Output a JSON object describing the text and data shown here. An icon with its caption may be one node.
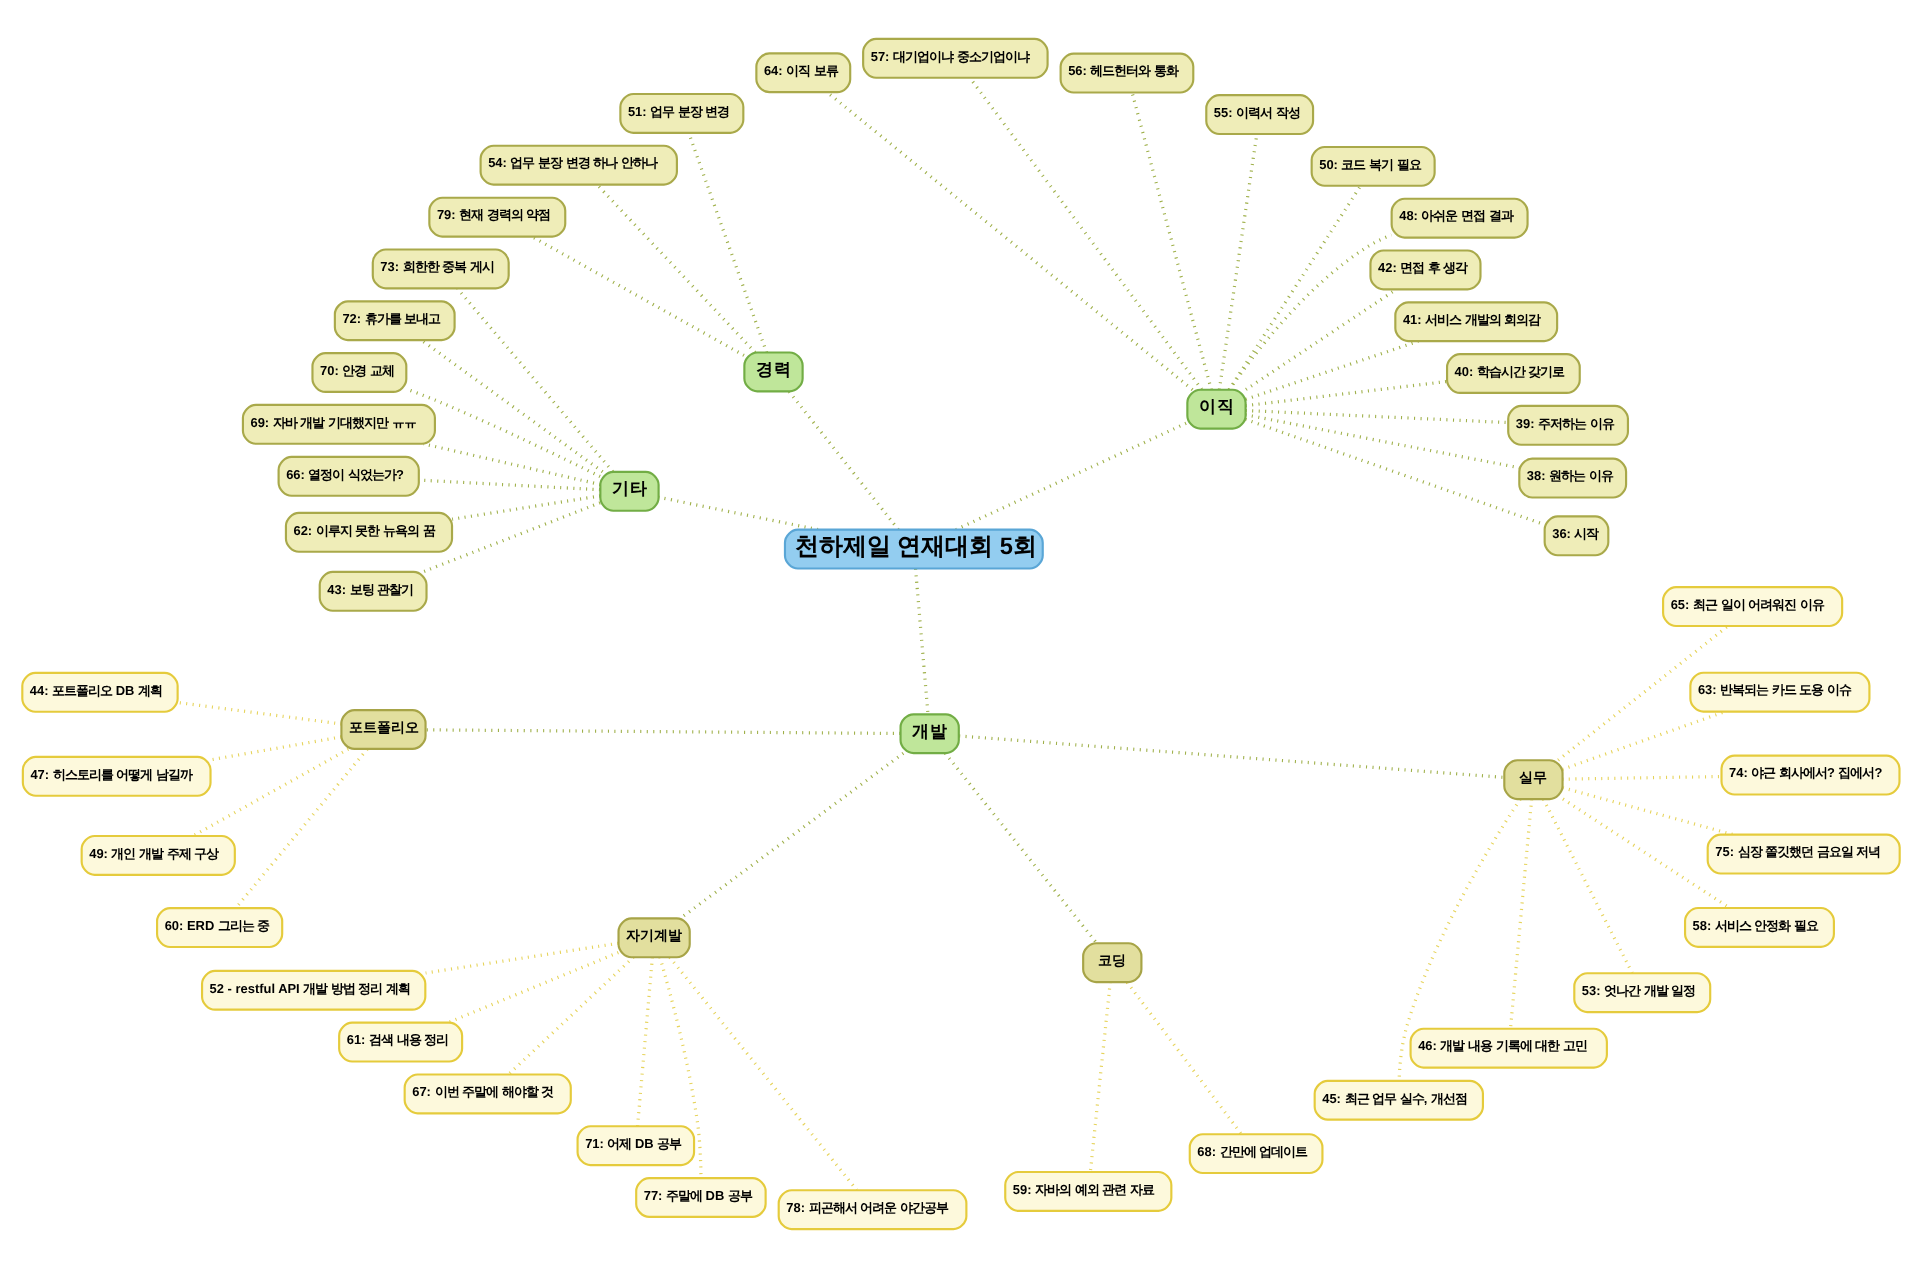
{
  "diagram": {
    "nodes": [
      {
        "text": [
          "천하제일 연재대회 5회"
        ]
      },
      {
        "text": [
          "이직"
        ]
      },
      {
        "text": [
          "36: 시작"
        ]
      },
      {
        "text": [
          "38: 원하는 이유"
        ]
      },
      {
        "text": [
          "39: 주저하는 이유"
        ]
      },
      {
        "text": [
          "40: 학습시간 갖기로"
        ]
      },
      {
        "text": [
          "41: 서비스 개발의 회의감"
        ]
      },
      {
        "text": [
          "42: 면접 후 생각"
        ]
      },
      {
        "text": [
          "48: 아쉬운 면접 결과"
        ]
      },
      {
        "text": [
          "50: 코드 복기 필요"
        ]
      },
      {
        "text": [
          "55: 이력서 작성"
        ]
      },
      {
        "text": [
          "56: 헤드헌터와 통화"
        ]
      },
      {
        "text": [
          "57: 대기업이냐 중소기업이냐"
        ]
      },
      {
        "text": [
          "64: 이직 보류"
        ]
      },
      {
        "text": [
          "경력"
        ]
      },
      {
        "text": [
          "51: 업무 분장 변경"
        ]
      },
      {
        "text": [
          "54: 업무 분장 변경 하나 안하나"
        ]
      },
      {
        "text": [
          "79: 현재 경력의 약점"
        ]
      },
      {
        "text": [
          "기타"
        ]
      },
      {
        "text": [
          "73: 희한한 중복 게시"
        ]
      },
      {
        "text": [
          "72: 휴가를 보내고"
        ]
      },
      {
        "text": [
          "70: 안경 교체"
        ]
      },
      {
        "text": [
          "69: 자바 개발 기대했지만 ㅠㅠ"
        ]
      },
      {
        "text": [
          "66: 열정이 식었는가?"
        ]
      },
      {
        "text": [
          "62: 이루지 못한 뉴욕의 꿈"
        ]
      },
      {
        "text": [
          "43: 보팅 관찰기"
        ]
      },
      {
        "text": [
          "개발"
        ]
      },
      {
        "text": [
          "포트폴리오"
        ]
      },
      {
        "text": [
          "44: 포트폴리오 DB 계획"
        ]
      },
      {
        "text": [
          "47: 히스토리를 어떻게 남길까"
        ]
      },
      {
        "text": [
          "49: 개인 개발 주제 구상"
        ]
      },
      {
        "text": [
          "60: ERD 그리는 중"
        ]
      },
      {
        "text": [
          "자기계발"
        ]
      },
      {
        "text": [
          "52 - restful API 개발 방법 정리 계획"
        ]
      },
      {
        "text": [
          "61: 검색 내용 정리"
        ]
      },
      {
        "text": [
          "67: 이번 주말에 해야할 것"
        ]
      },
      {
        "text": [
          "71: 어제 DB 공부"
        ]
      },
      {
        "text": [
          "77: 주말에 DB 공부"
        ]
      },
      {
        "text": [
          "78: 피곤해서 어려운 야간공부"
        ]
      },
      {
        "text": [
          "코딩"
        ]
      },
      {
        "text": [
          "59: 자바의 예외 관련 자료"
        ]
      },
      {
        "text": [
          "68: 간만에 업데이트"
        ]
      },
      {
        "text": [
          "실무"
        ]
      },
      {
        "text": [
          "45: 최근 업무 실수, 개선점"
        ]
      },
      {
        "text": [
          "46: 개발 내용 기록에 대한 고민"
        ]
      },
      {
        "text": [
          "53: 엇나간 개발 일정"
        ]
      },
      {
        "text": [
          "58: 서비스 안정화 필요"
        ]
      },
      {
        "text": [
          "75: 심장 쫄깃했던 금요일 저녁"
        ]
      },
      {
        "text": [
          "74: 야근 회사에서? 집에서?"
        ]
      },
      {
        "text": [
          "63: 반복되는 카드 도용 이슈"
        ]
      },
      {
        "text": [
          "65: 최근 일이 어려워진 이유"
        ]
      }
    ],
    "edges": [
      {
        "from": 0,
        "to": 1,
        "arrow": "none"
      },
      {
        "from": 0,
        "to": 14,
        "arrow": "none"
      },
      {
        "from": 0,
        "to": 18,
        "arrow": "none"
      },
      {
        "from": 0,
        "to": 26,
        "arrow": "none"
      },
      {
        "from": 1,
        "to": 2,
        "arrow": "none"
      },
      {
        "from": 1,
        "to": 3,
        "arrow": "none"
      },
      {
        "from": 1,
        "to": 4,
        "arrow": "none"
      },
      {
        "from": 1,
        "to": 5,
        "arrow": "none"
      },
      {
        "from": 1,
        "to": 6,
        "arrow": "none"
      },
      {
        "from": 1,
        "to": 7,
        "arrow": "none"
      },
      {
        "from": 1,
        "to": 8,
        "arrow": "none"
      },
      {
        "from": 1,
        "to": 9,
        "arrow": "none"
      },
      {
        "from": 1,
        "to": 10,
        "arrow": "none"
      },
      {
        "from": 1,
        "to": 11,
        "arrow": "none"
      },
      {
        "from": 1,
        "to": 12,
        "arrow": "none"
      },
      {
        "from": 1,
        "to": 13,
        "arrow": "none"
      },
      {
        "from": 14,
        "to": 15,
        "arrow": "none"
      },
      {
        "from": 14,
        "to": 16,
        "arrow": "none"
      },
      {
        "from": 14,
        "to": 17,
        "arrow": "none"
      },
      {
        "from": 18,
        "to": 19,
        "arrow": "none"
      },
      {
        "from": 18,
        "to": 20,
        "arrow": "none"
      },
      {
        "from": 18,
        "to": 21,
        "arrow": "none"
      },
      {
        "from": 18,
        "to": 22,
        "arrow": "none"
      },
      {
        "from": 18,
        "to": 23,
        "arrow": "none"
      },
      {
        "from": 18,
        "to": 24,
        "arrow": "none"
      },
      {
        "from": 18,
        "to": 25,
        "arrow": "none"
      },
      {
        "from": 26,
        "to": 27,
        "arrow": "none"
      },
      {
        "from": 26,
        "to": 32,
        "arrow": "none"
      },
      {
        "from": 26,
        "to": 39,
        "arrow": "none"
      },
      {
        "from": 26,
        "to": 42,
        "arrow": "none"
      },
      {
        "from": 27,
        "to": 28,
        "arrow": "none",
        "color": "#e6d35a"
      },
      {
        "from": 27,
        "to": 29,
        "arrow": "none",
        "color": "#e6d35a"
      },
      {
        "from": 27,
        "to": 30,
        "arrow": "none",
        "color": "#e6d35a"
      },
      {
        "from": 27,
        "to": 31,
        "arrow": "none",
        "color": "#e6d35a"
      },
      {
        "from": 32,
        "to": 33,
        "arrow": "none",
        "color": "#e6d35a"
      },
      {
        "from": 32,
        "to": 34,
        "arrow": "none",
        "color": "#e6d35a"
      },
      {
        "from": 32,
        "to": 35,
        "arrow": "none",
        "color": "#e6d35a"
      },
      {
        "from": 32,
        "to": 36,
        "arrow": "none",
        "color": "#e6d35a"
      },
      {
        "from": 32,
        "to": 37,
        "arrow": "none",
        "color": "#e6d35a"
      },
      {
        "from": 32,
        "to": 38,
        "arrow": "none",
        "color": "#e6d35a"
      },
      {
        "from": 39,
        "to": 40,
        "arrow": "none",
        "color": "#e6d35a"
      },
      {
        "from": 39,
        "to": 41,
        "arrow": "none",
        "color": "#e6d35a"
      },
      {
        "from": 42,
        "to": 43,
        "arrow": "none",
        "color": "#e6d35a"
      },
      {
        "from": 42,
        "to": 44,
        "arrow": "none",
        "color": "#e6d35a"
      },
      {
        "from": 42,
        "to": 45,
        "arrow": "none",
        "color": "#e6d35a"
      },
      {
        "from": 42,
        "to": 46,
        "arrow": "none",
        "color": "#e6d35a"
      },
      {
        "from": 42,
        "to": 47,
        "arrow": "none",
        "color": "#e6d35a"
      },
      {
        "from": 42,
        "to": 48,
        "arrow": "none",
        "color": "#e6d35a"
      },
      {
        "from": 42,
        "to": 49,
        "arrow": "none",
        "color": "#e6d35a"
      },
      {
        "from": 42,
        "to": 50,
        "arrow": "none",
        "color": "#e6d35a"
      }
    ]
  }
}
